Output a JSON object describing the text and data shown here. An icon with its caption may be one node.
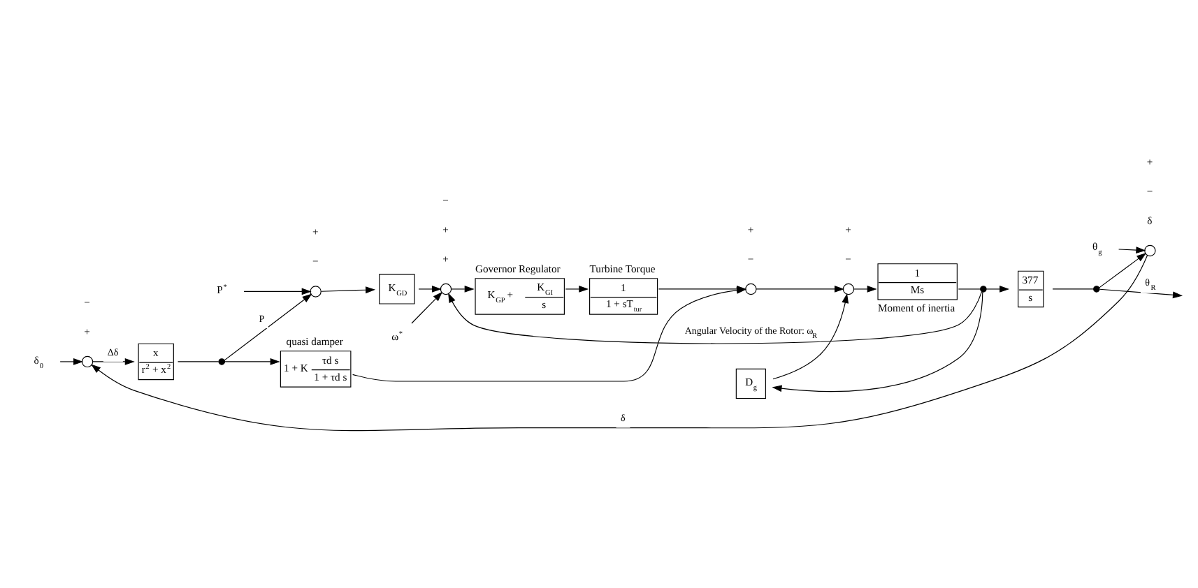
{
  "diagram": {
    "nodes": [
      {
        "text": [],
        "shape": "circle"
      },
      {
        "text": [
          "x",
          "r$^{2}$ + x$^{2}$"
        ]
      },
      {
        "text": [],
        "shape": "dot"
      },
      {
        "text": [
          "quasi damper",
          "1 + K",
          "τd s",
          "1 + τd s"
        ]
      },
      {
        "text": [],
        "shape": "circle"
      },
      {
        "text": [
          "K$_{GD}$"
        ]
      },
      {
        "text": [],
        "shape": "circle"
      },
      {
        "text": [
          "Governor Regulator",
          "K$_{GP}$ +",
          "K$_{GI}$",
          "s"
        ]
      },
      {
        "text": [
          "Turbine Torque",
          "1",
          "1 + sT$_{tur}$"
        ]
      },
      {
        "text": [],
        "shape": "circle"
      },
      {
        "text": [],
        "shape": "circle"
      },
      {
        "text": [
          "1",
          "Ms"
        ],
        "beside": [
          "Moment of inertia"
        ]
      },
      {
        "text": [
          "D$_{g}$"
        ]
      },
      {
        "text": [],
        "shape": "dot"
      },
      {
        "text": [
          "377",
          "s"
        ]
      },
      {
        "text": [],
        "shape": "dot"
      },
      {
        "text": [],
        "shape": "circle"
      },
      {
        "text": [
          "P$^{*}$"
        ]
      },
      {
        "text": [
          "ω$^{*}$"
        ]
      },
      {
        "text": [
          "δ$_{0}$"
        ]
      },
      {
        "text": [
          "θ$_{g}$"
        ]
      }
    ],
    "edges": [
      {
        "from": 16,
        "to": 0,
        "arrow": "to",
        "label": "δ"
      },
      {
        "from": 19,
        "to": 0,
        "arrow": "to"
      },
      {
        "from": 0,
        "to": 1,
        "arrow": "to",
        "label": "Δδ"
      },
      {
        "from": 1,
        "to": 2,
        "arrow": "none"
      },
      {
        "from": 2,
        "to": 3,
        "arrow": "to"
      },
      {
        "from": 2,
        "to": 4,
        "arrow": "to",
        "label": "P"
      },
      {
        "from": 17,
        "to": 4,
        "arrow": "to"
      },
      {
        "from": 4,
        "to": 5,
        "arrow": "to"
      },
      {
        "from": 5,
        "to": 6,
        "arrow": "to"
      },
      {
        "from": 18,
        "to": 6,
        "arrow": "to"
      },
      {
        "from": 13,
        "to": 6,
        "arrow": "to",
        "label": "Angular Velocity of the Rotor: ω$_{R}$"
      },
      {
        "from": 6,
        "to": 7,
        "arrow": "to"
      },
      {
        "from": 7,
        "to": 8,
        "arrow": "to"
      },
      {
        "from": 8,
        "to": 9,
        "arrow": "to"
      },
      {
        "from": 3,
        "to": 9,
        "arrow": "to"
      },
      {
        "from": 9,
        "to": 10,
        "arrow": "to"
      },
      {
        "from": 12,
        "to": 10,
        "arrow": "to"
      },
      {
        "from": 10,
        "to": 11,
        "arrow": "to"
      },
      {
        "from": 11,
        "to": 13,
        "arrow": "none"
      },
      {
        "from": 13,
        "to": 12,
        "arrow": "to"
      },
      {
        "from": 13,
        "to": 14,
        "arrow": "to"
      },
      {
        "from": 14,
        "to": 15,
        "arrow": "none"
      },
      {
        "from": 15,
        "to": 16,
        "arrow": "to"
      },
      {
        "from": 20,
        "to": 16,
        "arrow": "to"
      },
      {
        "from": 15,
        "to": null,
        "arrow": "to",
        "label": "θ$_{R}$"
      }
    ],
    "labels": [
      "+",
      "−",
      "−",
      "+",
      "δ",
      "−",
      "+",
      "−",
      "−",
      "+",
      "+",
      "+",
      "+",
      "−"
    ]
  }
}
